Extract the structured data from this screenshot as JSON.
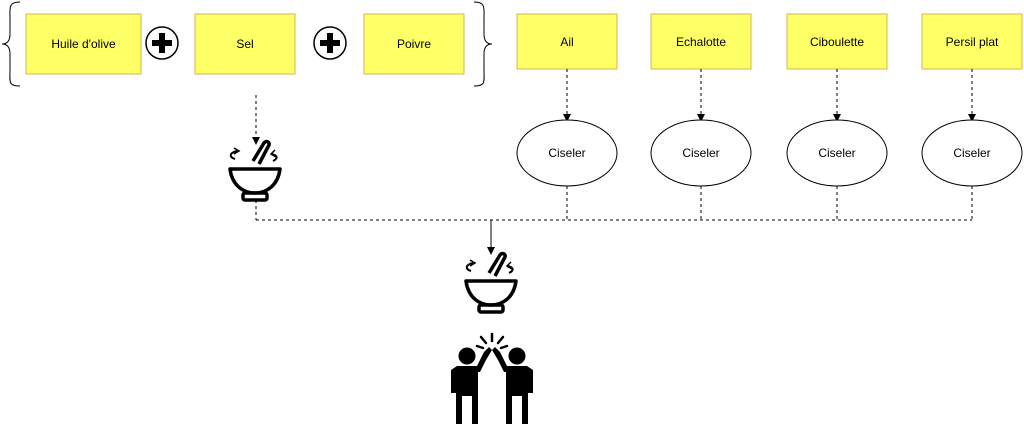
{
  "ingredients_group": [
    {
      "id": "huile",
      "label": "Huile d'olive"
    },
    {
      "id": "sel",
      "label": "Sel"
    },
    {
      "id": "poivre",
      "label": "Poivre"
    }
  ],
  "ingredients_chopped": [
    {
      "id": "ail",
      "label": "Ail",
      "action": "Ciseler"
    },
    {
      "id": "echalotte",
      "label": "Echalotte",
      "action": "Ciseler"
    },
    {
      "id": "ciboulette",
      "label": "Ciboulette",
      "action": "Ciseler"
    },
    {
      "id": "persil",
      "label": "Persil plat",
      "action": "Ciseler"
    }
  ],
  "icons": {
    "plus": "plus-circle-icon",
    "bowl_1": "mortar-bowl-icon",
    "bowl_2": "mortar-bowl-icon",
    "result": "high-five-people-icon"
  },
  "colors": {
    "box_fill": "#ffff66",
    "box_stroke": "#d6b656",
    "line": "#000000"
  }
}
